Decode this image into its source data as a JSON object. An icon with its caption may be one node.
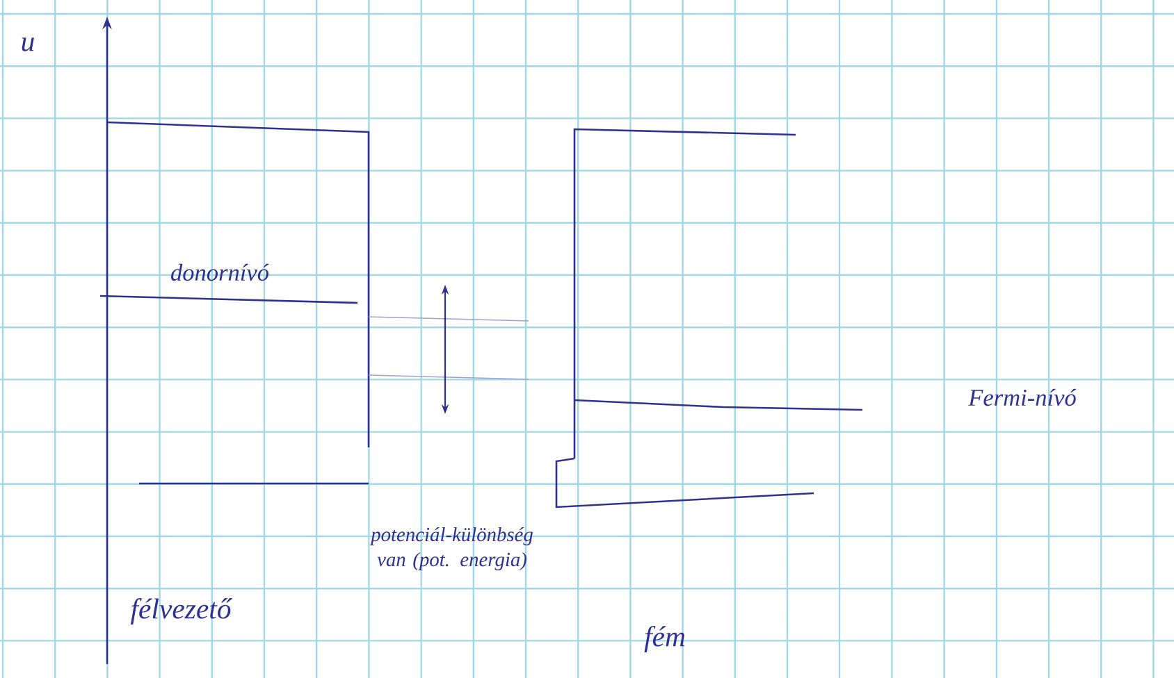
{
  "diagram": {
    "labels": [
      "u",
      "donornívó",
      "Fermi-nívó",
      "potenciál-különbség van (pot. energia)",
      "félvezető",
      "fém"
    ]
  }
}
